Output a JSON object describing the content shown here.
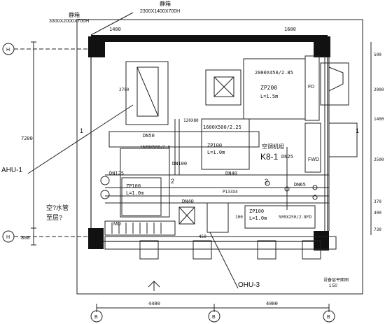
{
  "labels": {
    "static_box_left": "静箱",
    "static_box_left_dim": "3300X2000X700H",
    "static_box_right": "静箱",
    "static_box_right_dim": "2300X1400X700H",
    "ahu": "AHU-1",
    "ohu": "OHU-3",
    "kb": "K8-1",
    "kb_sub": "空调机组",
    "air_pipe": "空?水管",
    "air_pipe2": "至层?",
    "fd": "FD",
    "fwd": "FWD",
    "md": "MD",
    "dn125": "DN125",
    "dn50": "DN50",
    "dn40_a": "DN40",
    "dn40_b": "DN40",
    "dn25": "DN25",
    "dn65": "DN65",
    "dn100": "DN100",
    "zp200": "ZP200",
    "zp200_len": "L=1.5m",
    "duct_2000": "2000X450/2.85",
    "duct_1600": "1600X500/2.25",
    "zp100_a": "ZP100",
    "zp100_a_len": "L=1.0m",
    "duct_1600b": "1600X500/2.6",
    "zp100_b": "ZP100",
    "zp100_b_len": "L=1.0m",
    "zp100_c": "ZP100",
    "zp100_c_len": "L=1.0m",
    "duct_500": "500X250/2.8FD",
    "p133": "P133X4",
    "v120": "120X80",
    "caption": "设备层平面图",
    "caption_scale": "1:50",
    "grid_h1": "H",
    "grid_h2": "H",
    "grid_b1": "B",
    "grid_b2": "B",
    "grid_b3": "B",
    "sec_1a": "1",
    "sec_1b": "1",
    "sec_2": "2",
    "sec_2b": "2",
    "dim_top_1400": "1400",
    "dim_top_1600": "1600",
    "dim_left_7200": "7200",
    "dim_left_800": "800",
    "dim_bot_4400": "4400",
    "dim_bot_4000": "4000",
    "dim_r_500": "500",
    "dim_r_2000": "2000",
    "dim_r_1400": "1400",
    "dim_r_2500": "2500",
    "dim_r_370": "370",
    "dim_r_400": "400",
    "dim_r_730": "730",
    "dim_2700": "2700",
    "dim_450": "450",
    "dim_100": "100"
  }
}
